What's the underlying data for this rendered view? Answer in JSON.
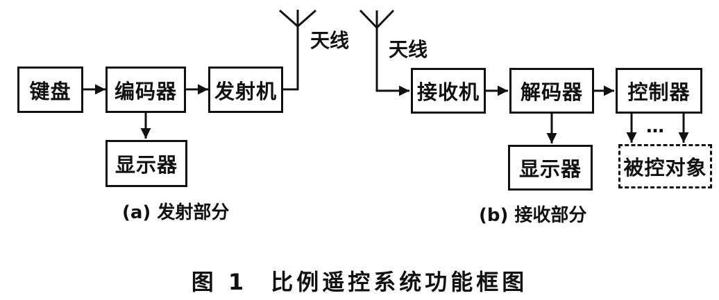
{
  "transmit": {
    "keyboard": "键盘",
    "encoder": "编码器",
    "transmitter": "发射机",
    "display": "显示器",
    "antenna": "天线",
    "caption": "(a) 发射部分"
  },
  "receive": {
    "antenna": "天线",
    "receiver": "接收机",
    "decoder": "解码器",
    "controller": "控制器",
    "display": "显示器",
    "ellipsis": "…",
    "controlled_object": "被控对象",
    "caption": "(b) 接收部分"
  },
  "figure": {
    "number": "图 1",
    "title": "比例遥控系统功能框图"
  }
}
